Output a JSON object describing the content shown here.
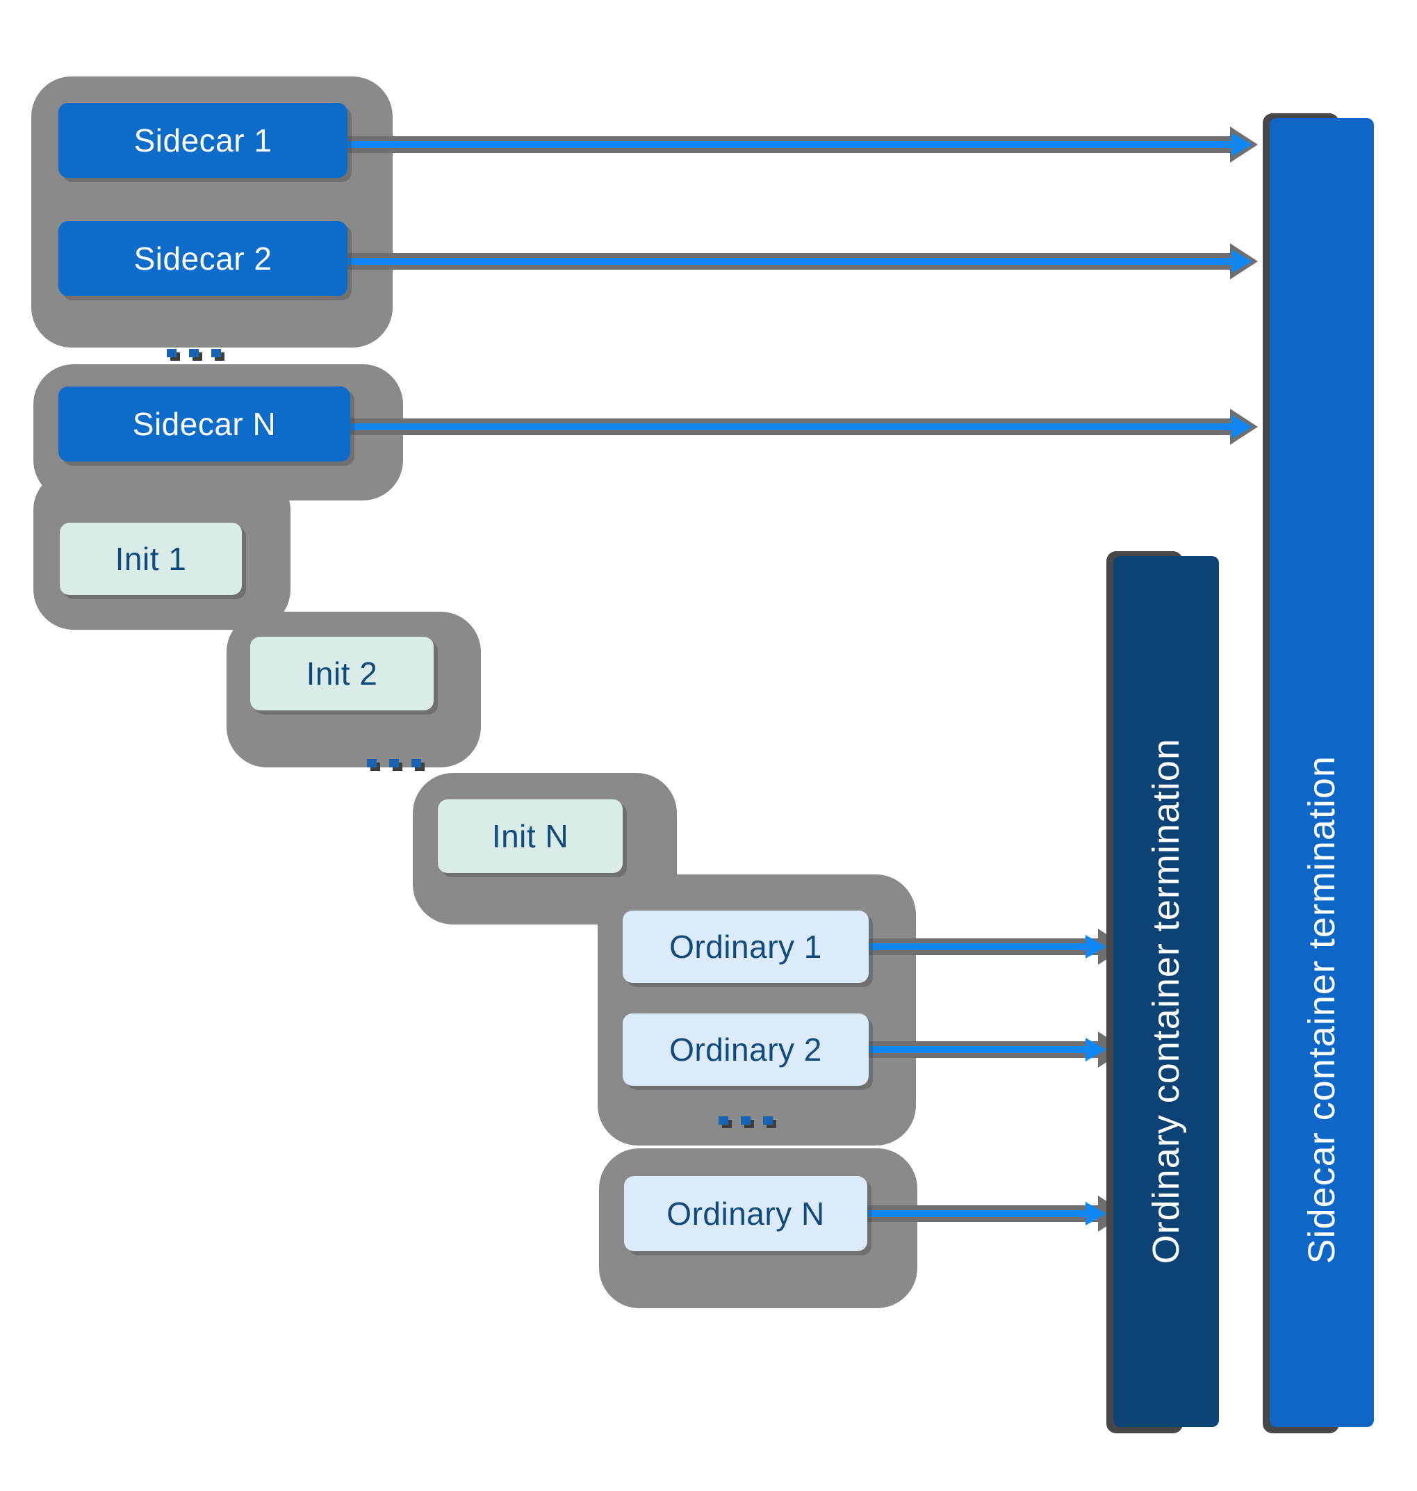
{
  "diagram": {
    "sidecar_group": {
      "boxes": [
        {
          "label": "Sidecar 1"
        },
        {
          "label": "Sidecar 2"
        },
        {
          "label": "Sidecar N"
        }
      ],
      "ellipsis": "..."
    },
    "init_group": {
      "boxes": [
        {
          "label": "Init 1"
        },
        {
          "label": "Init 2"
        },
        {
          "label": "Init N"
        }
      ],
      "ellipsis": "..."
    },
    "ordinary_group": {
      "boxes": [
        {
          "label": "Ordinary 1"
        },
        {
          "label": "Ordinary 2"
        },
        {
          "label": "Ordinary N"
        }
      ],
      "ellipsis": "..."
    },
    "termination_bars": [
      {
        "label": "Ordinary container termination"
      },
      {
        "label": "Sidecar container termination"
      }
    ],
    "colors": {
      "sidecar_box_blue": "#0d6bca",
      "init_box_mint": "#d9ece8",
      "ordinary_box_light_blue": "#dcebfc",
      "navy_text": "#10497e",
      "cluster_gray": "#8a8a8a",
      "arrow_blue": "#1187f4",
      "arrow_shadow_gray": "#6f6f6f",
      "ordinary_termination_bar": "#0d4374",
      "sidecar_termination_bar": "#0e67c6",
      "bar_shadow": "#474747",
      "ellipsis_dot_blue": "#1a63b2"
    }
  }
}
